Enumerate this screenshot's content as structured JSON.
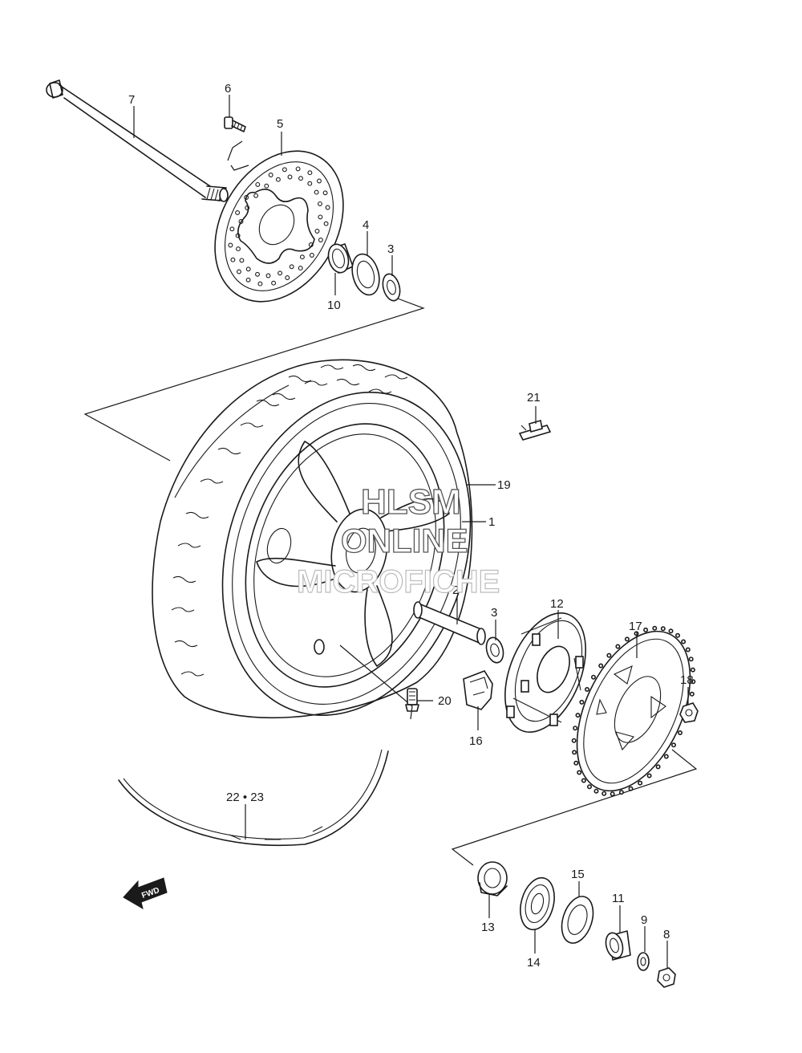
{
  "watermark": {
    "line1": "HLSM",
    "line2": "ONLINE",
    "line3": "MICROFICHE"
  },
  "fwd_label": "FWD",
  "callouts": {
    "c1": "1",
    "c2": "2",
    "c3a": "3",
    "c3b": "3",
    "c4": "4",
    "c5": "5",
    "c6": "6",
    "c7": "7",
    "c8": "8",
    "c9": "9",
    "c10": "10",
    "c11": "11",
    "c12": "12",
    "c13": "13",
    "c14": "14",
    "c15": "15",
    "c16": "16",
    "c17": "17",
    "c18": "18",
    "c19": "19",
    "c20": "20",
    "c21": "21",
    "c22_23": "22 • 23"
  }
}
